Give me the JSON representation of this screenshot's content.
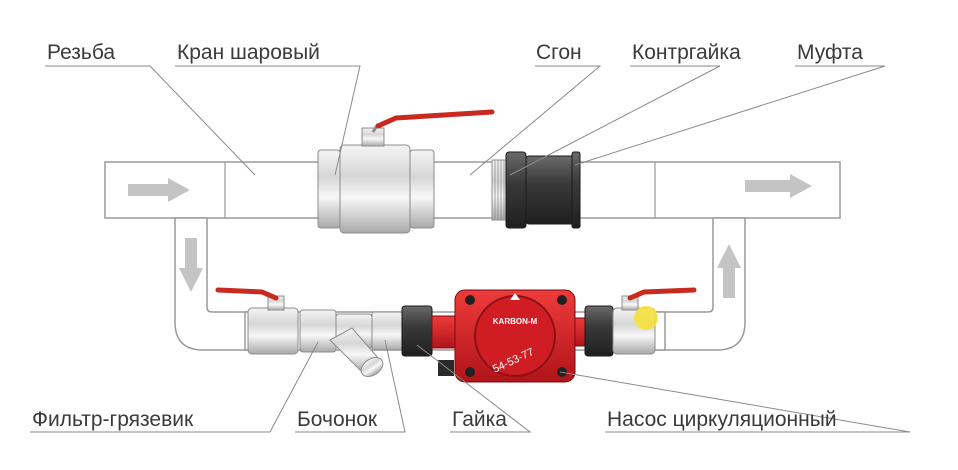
{
  "labels": {
    "thread": "Резьба",
    "ball_valve": "Кран шаровый",
    "sgon": "Сгон",
    "locknut": "Контргайка",
    "coupling": "Муфта",
    "filter": "Фильтр-грязевик",
    "barrel": "Бочонок",
    "nut": "Гайка",
    "pump": "Насос циркуляционный"
  },
  "pump_marking": {
    "brand": "KARBON-M",
    "model": "54-53-77"
  },
  "colors": {
    "pipe_fill": "#ffffff",
    "pipe_stroke": "#9a9a9a",
    "arrow": "#c4c4c4",
    "leader": "#8a8a8a",
    "label_text": "#3a3a3a",
    "pump_red": "#d8232a",
    "valve_handle": "#c92a1f",
    "fitting_dark": "#3c3c3c",
    "chrome": "#d9d9d9",
    "highlight_dot": "#f5e03a"
  }
}
